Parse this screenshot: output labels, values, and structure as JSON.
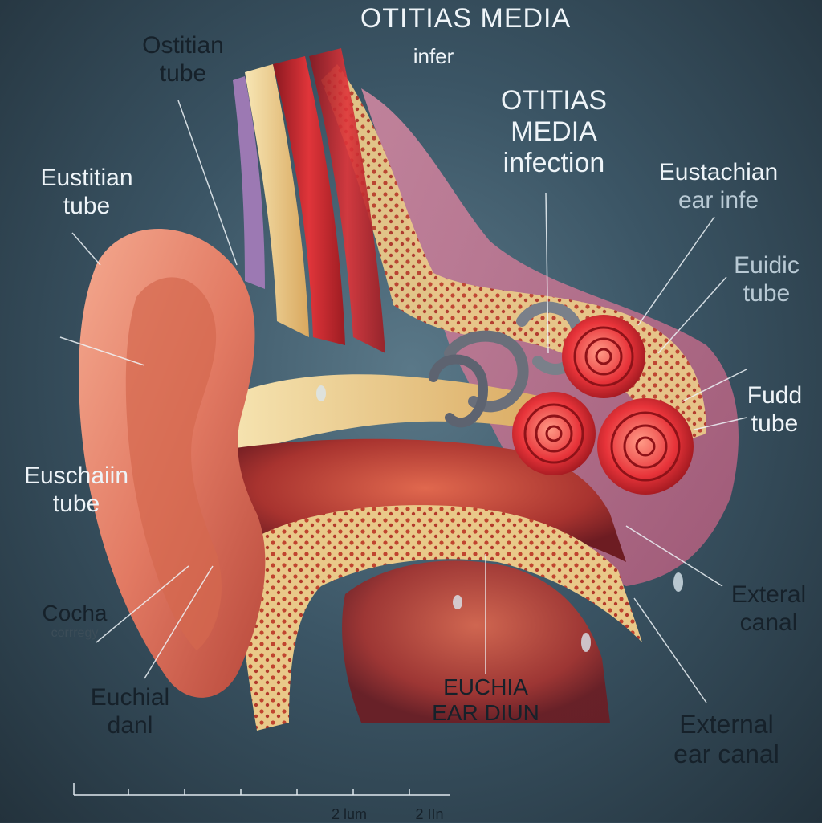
{
  "title": "OTITIAS MEDIA",
  "subtitle": "infer",
  "center_label": [
    "OTITIAS",
    "MEDIA",
    "infection"
  ],
  "labels": {
    "top_left": [
      "Ostitian",
      "tube"
    ],
    "upper_left": [
      "Eustitian",
      "tube"
    ],
    "mid_left": [
      "Euschaiin",
      "tube"
    ],
    "lower_left": [
      "Cocha",
      "corrregy"
    ],
    "bottom_left": [
      "Euchial",
      "danl"
    ],
    "upper_right": [
      "Eustachian",
      "ear infe"
    ],
    "right_1": [
      "Euidic",
      "tube"
    ],
    "right_2": [
      "Fudd",
      "tube"
    ],
    "right_3": [
      "Exteral",
      "canal"
    ],
    "bottom_center": [
      "EUCHIA",
      "EAR DIUN"
    ],
    "bottom_right": [
      "External",
      "ear canal"
    ]
  },
  "scale": {
    "left_text": "2 lum",
    "right_text": "2 IIn"
  },
  "colors": {
    "background": "#3b5565",
    "skin": "#e8816a",
    "tissue_red": "#c9242b",
    "bone": "#f2d79a",
    "text_dark": "#16212a",
    "text_light": "#eef4f8"
  }
}
